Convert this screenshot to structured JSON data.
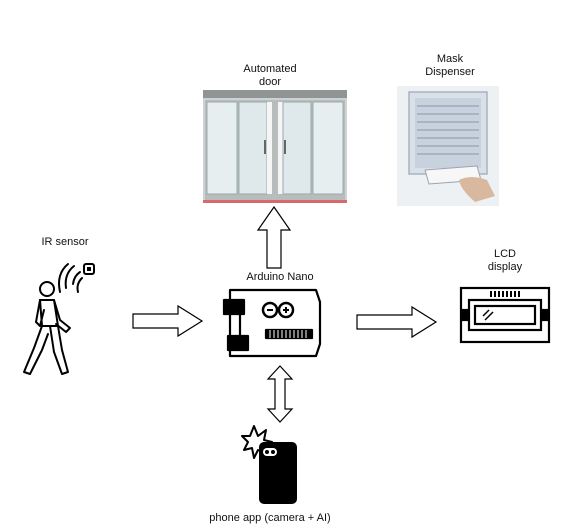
{
  "labels": {
    "door": [
      "Automated",
      "door"
    ],
    "mask": [
      "Mask",
      "Dispenser"
    ],
    "ir": "IR sensor",
    "arduino": "Arduino Nano",
    "lcd": [
      "LCD",
      "display"
    ],
    "phone": "phone app (camera + AI)"
  },
  "icons": {
    "door": "automated-sliding-door-image",
    "mask": "mask-dispenser-image",
    "ir": "person-walking-ir-sensor-icon",
    "arduino": "arduino-board-icon",
    "lcd": "lcd-display-icon",
    "phone": "phone-camera-flash-icon"
  },
  "connections": [
    {
      "from": "ir-sensor",
      "to": "arduino-nano",
      "direction": "right"
    },
    {
      "from": "arduino-nano",
      "to": "lcd-display",
      "direction": "right"
    },
    {
      "from": "arduino-nano",
      "to": "automated-door",
      "direction": "up"
    },
    {
      "from": "arduino-nano",
      "to": "phone-app",
      "direction": "bidirectional"
    }
  ]
}
